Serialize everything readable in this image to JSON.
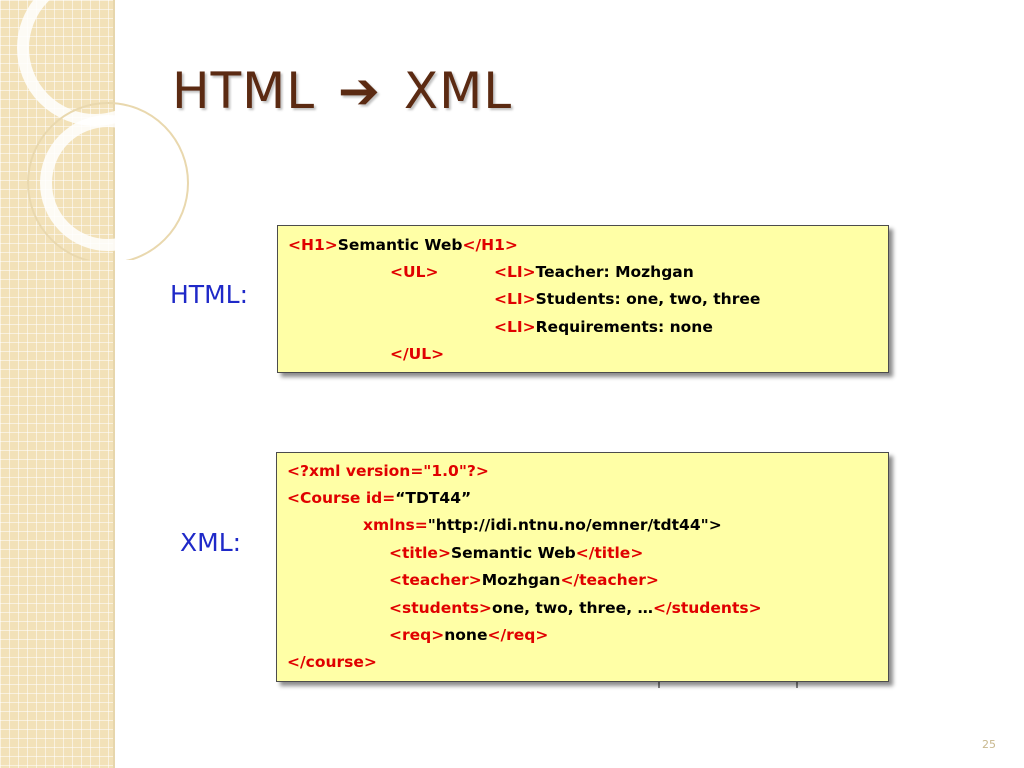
{
  "slide": {
    "title_left": "HTML",
    "title_arrow": "➔",
    "title_right": "XML",
    "page_number": "25"
  },
  "html_block": {
    "label": "HTML:",
    "lines": [
      {
        "t1": "<H1>",
        "t2": "Semantic Web",
        "t3": "</H1>"
      },
      {
        "t1": "<UL>",
        "t2": "<LI>",
        "t3": "Teacher: Mozhgan"
      },
      {
        "t1": "<LI>",
        "t2": "Students: one, two, three"
      },
      {
        "t1": "<LI>",
        "t2": "Requirements: none"
      },
      {
        "t1": "</UL>"
      }
    ]
  },
  "xml_block": {
    "label": "XML:",
    "lines": [
      {
        "t1": "<?xml version=\"1.0\"?>"
      },
      {
        "t1": "<Course id=",
        "t2": "“TDT44”"
      },
      {
        "t1": "xmlns=",
        "t2": "\"http://idi.ntnu.no/emner/tdt44\">"
      },
      {
        "t1": "<title>",
        "t2": "Semantic Web",
        "t3": "</title>"
      },
      {
        "t1": "<teacher>",
        "t2": "Mozhgan",
        "t3": "</teacher>"
      },
      {
        "t1": "<students>",
        "t2": "one, two, three, …",
        "t3": "</students>"
      },
      {
        "t1": "<req>",
        "t2": "none",
        "t3": "</req>"
      },
      {
        "t1": "</course>"
      }
    ]
  },
  "colors": {
    "title": "#5b2a12",
    "label": "#1f29c8",
    "tag": "#e00000",
    "box_fill": "#ffffa6",
    "sidebar": "#f2e1b8"
  }
}
